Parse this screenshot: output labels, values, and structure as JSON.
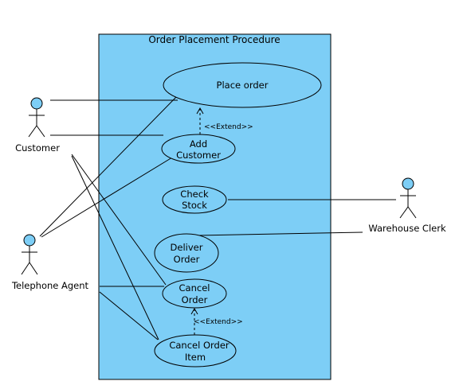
{
  "diagram": {
    "system_title": "Order Placement Procedure",
    "colors": {
      "system_fill": "#7dcef6",
      "usecase_fill": "#7dcef6",
      "actor_head": "#7dcef6",
      "line": "#000000"
    },
    "actors": [
      {
        "id": "customer",
        "label": "Customer"
      },
      {
        "id": "telephone_agent",
        "label": "Telephone Agent"
      },
      {
        "id": "warehouse_clerk",
        "label": "Warehouse Clerk"
      }
    ],
    "use_cases": [
      {
        "id": "place_order",
        "lines": [
          "Place order"
        ]
      },
      {
        "id": "add_customer",
        "lines": [
          "Add",
          "Customer"
        ]
      },
      {
        "id": "check_stock",
        "lines": [
          "Check",
          "Stock"
        ]
      },
      {
        "id": "deliver_order",
        "lines": [
          "Deliver",
          "Order"
        ]
      },
      {
        "id": "cancel_order",
        "lines": [
          "Cancel",
          "Order"
        ]
      },
      {
        "id": "cancel_order_item",
        "lines": [
          "Cancel Order",
          "Item"
        ]
      }
    ],
    "extends": [
      {
        "from": "add_customer",
        "to": "place_order",
        "label": "<<Extend>>"
      },
      {
        "from": "cancel_order_item",
        "to": "cancel_order",
        "label": "<<Extend>>"
      }
    ],
    "associations": [
      {
        "actor": "customer",
        "use_case": "place_order"
      },
      {
        "actor": "customer",
        "use_case": "add_customer"
      },
      {
        "actor": "customer",
        "use_case": "cancel_order"
      },
      {
        "actor": "customer",
        "use_case": "cancel_order_item"
      },
      {
        "actor": "telephone_agent",
        "use_case": "place_order"
      },
      {
        "actor": "telephone_agent",
        "use_case": "add_customer"
      },
      {
        "actor": "telephone_agent",
        "use_case": "cancel_order"
      },
      {
        "actor": "telephone_agent",
        "use_case": "cancel_order_item"
      },
      {
        "actor": "warehouse_clerk",
        "use_case": "check_stock"
      },
      {
        "actor": "warehouse_clerk",
        "use_case": "deliver_order"
      }
    ]
  }
}
